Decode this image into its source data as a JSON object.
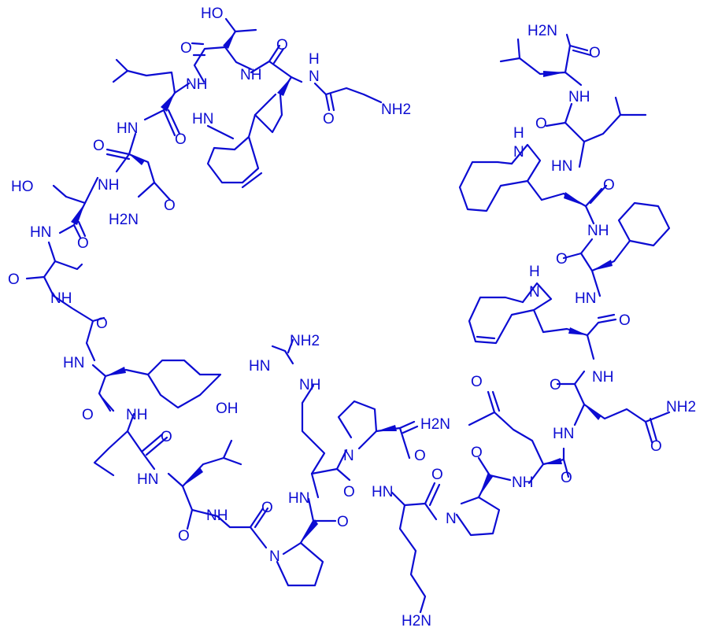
{
  "diagram": {
    "colors": {
      "ink": "#0c0cd2",
      "background": "#ffffff"
    },
    "labels": [
      {
        "id": "ho_thr",
        "text": "HO"
      },
      {
        "id": "o_thr",
        "text": "O"
      },
      {
        "id": "nh_thr",
        "text": "NH"
      },
      {
        "id": "n_trp1",
        "text": "N"
      },
      {
        "id": "o_trp1",
        "text": "O"
      },
      {
        "id": "nh_gly1",
        "text": "N"
      },
      {
        "id": "h_gly1",
        "text": "H"
      },
      {
        "id": "o_gly1",
        "text": "O"
      },
      {
        "id": "nh2_gly1",
        "text": "NH2"
      },
      {
        "id": "hn_indole1",
        "text": "HN"
      },
      {
        "id": "nh_leu1",
        "text": "NH"
      },
      {
        "id": "hn_asn1",
        "text": "HN"
      },
      {
        "id": "o_leu1",
        "text": "O"
      },
      {
        "id": "o_asn1",
        "text": "O"
      },
      {
        "id": "nh_ser",
        "text": "NH"
      },
      {
        "id": "ho_ser",
        "text": "HO"
      },
      {
        "id": "h2n_asn1",
        "text": "H2N"
      },
      {
        "id": "o_asn1_side",
        "text": "O"
      },
      {
        "id": "hn_ala",
        "text": "HN"
      },
      {
        "id": "o_ser",
        "text": "O"
      },
      {
        "id": "o_ala",
        "text": "O"
      },
      {
        "id": "nh_gly2",
        "text": "NH"
      },
      {
        "id": "o_gly2",
        "text": "O"
      },
      {
        "id": "hn_tyr",
        "text": "HN"
      },
      {
        "id": "oh_tyr",
        "text": "OH"
      },
      {
        "id": "o_tyr",
        "text": "O"
      },
      {
        "id": "nh_leu2",
        "text": "NH"
      },
      {
        "id": "o_leu2",
        "text": "O"
      },
      {
        "id": "hn_leu3",
        "text": "HN"
      },
      {
        "id": "o_leu3",
        "text": "O"
      },
      {
        "id": "nh_gly3",
        "text": "NH"
      },
      {
        "id": "o_gly3",
        "text": "O"
      },
      {
        "id": "n_pro1",
        "text": "N"
      },
      {
        "id": "o_pro1",
        "text": "O"
      },
      {
        "id": "hn_arg",
        "text": "HN"
      },
      {
        "id": "nh2_arg",
        "text": "NH2"
      },
      {
        "id": "hn_arg_imine",
        "text": "HN"
      },
      {
        "id": "nh_arg_side",
        "text": "NH"
      },
      {
        "id": "n_pro2",
        "text": "N"
      },
      {
        "id": "o_arg",
        "text": "O"
      },
      {
        "id": "o_pro2",
        "text": "O"
      },
      {
        "id": "hn_lys",
        "text": "HN"
      },
      {
        "id": "h2n_lys",
        "text": "H2N"
      },
      {
        "id": "o_lys",
        "text": "O"
      },
      {
        "id": "n_pro3",
        "text": "N"
      },
      {
        "id": "o_pro3",
        "text": "O"
      },
      {
        "id": "nh_gln1",
        "text": "NH"
      },
      {
        "id": "h2n_gln1",
        "text": "H2N"
      },
      {
        "id": "o_gln1_side",
        "text": "O"
      },
      {
        "id": "o_gln1",
        "text": "O"
      },
      {
        "id": "hn_gln2",
        "text": "HN"
      },
      {
        "id": "o_gln2_side",
        "text": "O"
      },
      {
        "id": "nh2_gln2",
        "text": "NH2"
      },
      {
        "id": "o_gln2",
        "text": "O"
      },
      {
        "id": "nh_trp2",
        "text": "NH"
      },
      {
        "id": "hn_phe",
        "text": "HN"
      },
      {
        "id": "o_phe",
        "text": "O"
      },
      {
        "id": "h_indole2",
        "text": "H"
      },
      {
        "id": "n_indole2",
        "text": "N"
      },
      {
        "id": "o_trp3",
        "text": "O"
      },
      {
        "id": "nh_trp3",
        "text": "NH"
      },
      {
        "id": "h_indole3",
        "text": "H"
      },
      {
        "id": "n_indole3",
        "text": "N"
      },
      {
        "id": "o_leu4",
        "text": "O"
      },
      {
        "id": "hn_leu4",
        "text": "HN"
      },
      {
        "id": "nh_leu5",
        "text": "NH"
      },
      {
        "id": "o_leu5",
        "text": "O"
      },
      {
        "id": "h2n_leu5",
        "text": "H2N"
      },
      {
        "id": "o_leu5b",
        "text": "O"
      }
    ]
  }
}
